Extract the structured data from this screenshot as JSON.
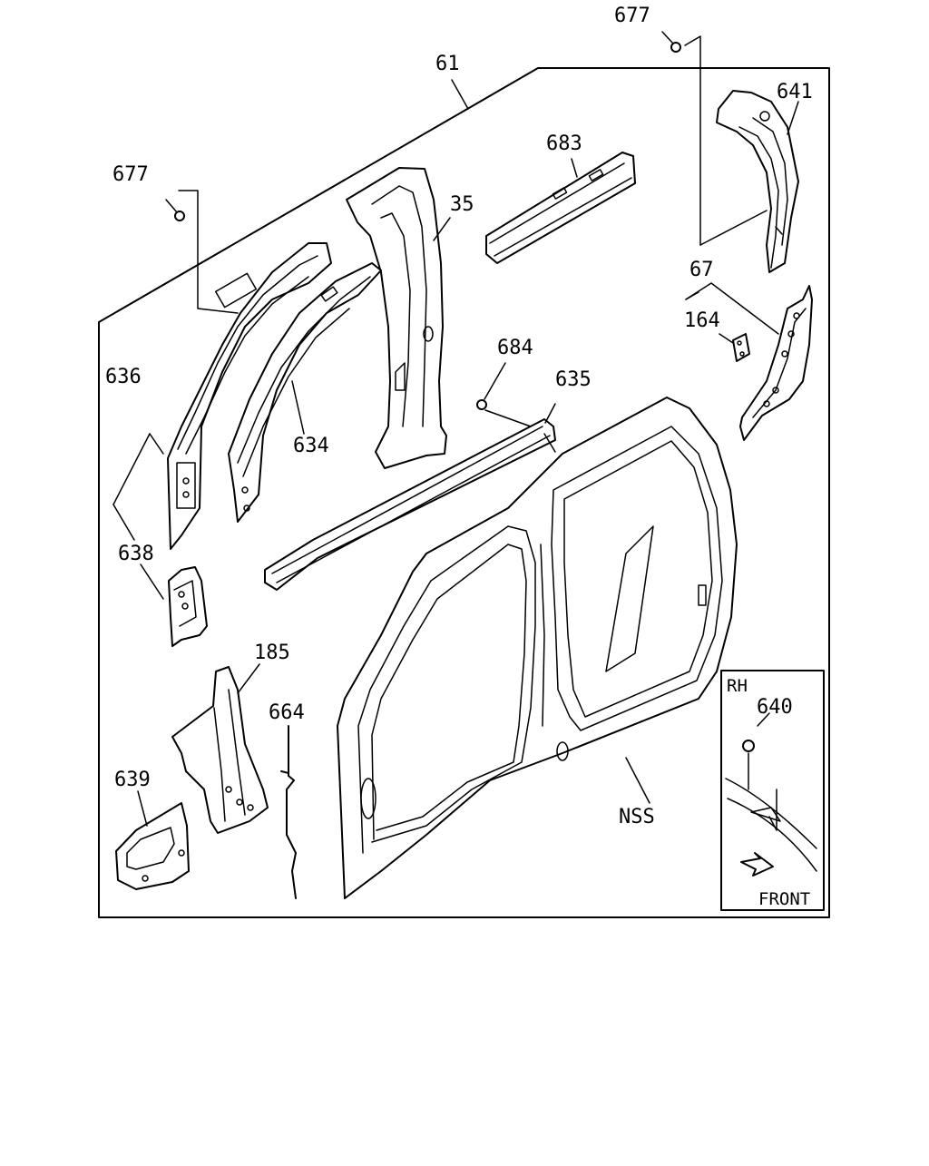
{
  "callouts": {
    "c61": "61",
    "c677a": "677",
    "c677b": "677",
    "c641": "641",
    "c683": "683",
    "c35": "35",
    "c67": "67",
    "c164": "164",
    "c684": "684",
    "c635": "635",
    "c636": "636",
    "c634": "634",
    "c638": "638",
    "c185": "185",
    "c664": "664",
    "c639": "639",
    "cnss": "NSS",
    "c640": "640"
  },
  "inset": {
    "side": "RH",
    "direction": "FRONT"
  }
}
